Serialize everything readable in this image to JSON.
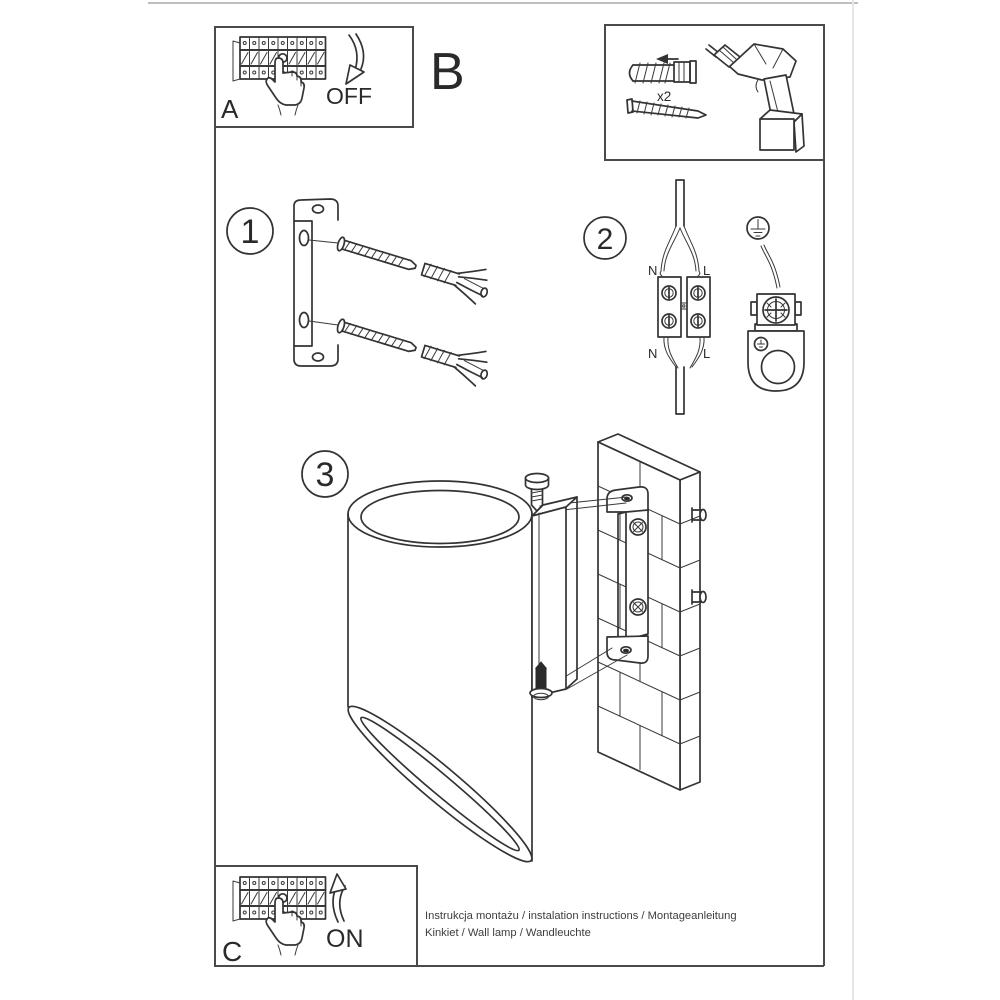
{
  "colors": {
    "ink": "#333333",
    "frame": "#4a4a4a",
    "scan_top_line": "#a8a8a8",
    "page_edge_line": "#e6e6e6",
    "paper": "#ffffff"
  },
  "panel_a": {
    "label": "A",
    "action": "OFF",
    "icons": [
      "circuit-breaker",
      "pointing-hand",
      "curved-arrow-down"
    ]
  },
  "panel_b": {
    "label": "B"
  },
  "panel_c": {
    "label": "C",
    "action": "ON",
    "icons": [
      "circuit-breaker",
      "pointing-hand",
      "curved-arrow-up"
    ]
  },
  "parts_box": {
    "quantity": "x2",
    "icons": [
      "wall-plug",
      "wood-screw",
      "cordless-drill"
    ]
  },
  "steps": [
    {
      "number": "1",
      "icons": [
        "mounting-bracket",
        "screw-with-wall-plug",
        "screw-with-wall-plug"
      ]
    },
    {
      "number": "2",
      "icons": [
        "mains-cable",
        "terminal-block",
        "earth-ground-symbol",
        "earth-terminal",
        "cable-clamp-bracket"
      ],
      "terminal_labels": {
        "top_left": "N",
        "top_right": "L",
        "bottom_left": "N",
        "bottom_right": "L"
      }
    },
    {
      "number": "3",
      "icons": [
        "wall-lamp-cylinder",
        "mounting-plate",
        "fixing-screw-top",
        "fixing-screw-bottom",
        "brick-wall",
        "wall-bracket",
        "wall-screws"
      ]
    }
  ],
  "footer": {
    "line1": "Instrukcja montażu / instalation instructions / Montageanleitung",
    "line2": "Kinkiet / Wall lamp / Wandleuchte"
  }
}
